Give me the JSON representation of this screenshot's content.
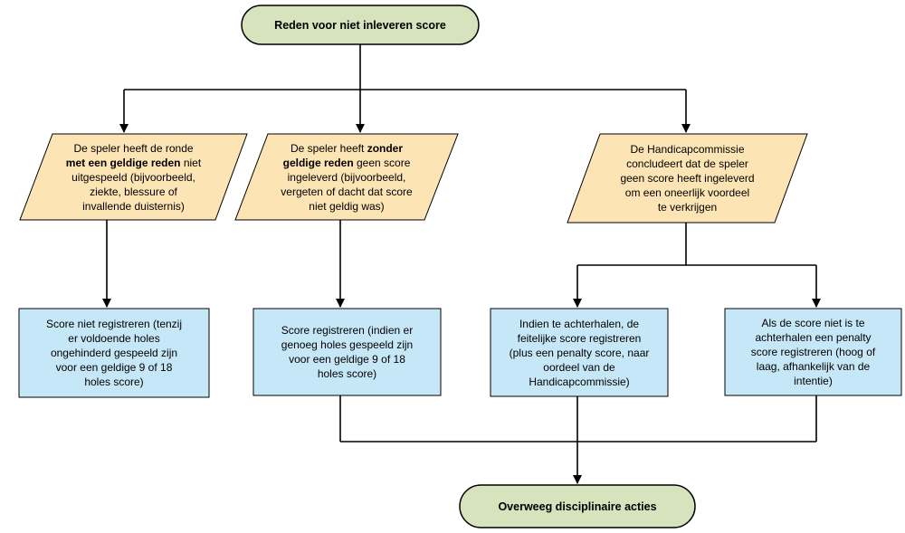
{
  "colors": {
    "terminal_fill": "#D6E3BC",
    "terminal_stroke": "#000000",
    "decision_fill": "#FCE4B4",
    "decision_stroke": "#000000",
    "process_fill": "#C6E7F7",
    "process_stroke": "#000000",
    "connector": "#000000"
  },
  "start": {
    "label": "Reden voor niet inleveren score"
  },
  "decisions": [
    {
      "lines": [
        [
          {
            "text": "De speler heeft de ronde"
          }
        ],
        [
          {
            "text": "met een geldige reden",
            "bold": true
          },
          {
            "text": " niet"
          }
        ],
        [
          {
            "text": "uitgespeeld (bijvoorbeeld,"
          }
        ],
        [
          {
            "text": "ziekte, blessure of"
          }
        ],
        [
          {
            "text": "invallende duisternis)"
          }
        ]
      ]
    },
    {
      "lines": [
        [
          {
            "text": "De speler heeft "
          },
          {
            "text": "zonder",
            "bold": true
          }
        ],
        [
          {
            "text": "geldige reden",
            "bold": true
          },
          {
            "text": " geen score"
          }
        ],
        [
          {
            "text": "ingeleverd (bijvoorbeeld,"
          }
        ],
        [
          {
            "text": "vergeten of dacht dat score"
          }
        ],
        [
          {
            "text": "niet geldig was)"
          }
        ]
      ]
    },
    {
      "lines": [
        [
          {
            "text": "De Handicapcommissie"
          }
        ],
        [
          {
            "text": "concludeert dat de speler"
          }
        ],
        [
          {
            "text": "geen score heeft ingeleverd"
          }
        ],
        [
          {
            "text": "om een oneerlijk voordeel"
          }
        ],
        [
          {
            "text": "te verkrijgen"
          }
        ]
      ]
    }
  ],
  "processes": [
    {
      "lines": [
        "Score niet registreren (tenzij",
        "er voldoende holes",
        "ongehinderd gespeeld zijn",
        "voor een geldige 9 of 18",
        "holes score)"
      ]
    },
    {
      "lines": [
        "Score registreren (indien er",
        "genoeg holes gespeeld zijn",
        "voor een geldige 9 of 18",
        "holes score)"
      ]
    },
    {
      "lines": [
        "Indien te achterhalen, de",
        "feitelijke score registreren",
        "(plus een penalty score, naar",
        "oordeel van de",
        "Handicapcommissie)"
      ]
    },
    {
      "lines": [
        "Als de score niet is te",
        "achterhalen een penalty",
        "score registreren (hoog of",
        "laag, afhankelijk van de",
        "intentie)"
      ]
    }
  ],
  "end": {
    "label": "Overweeg disciplinaire acties"
  }
}
